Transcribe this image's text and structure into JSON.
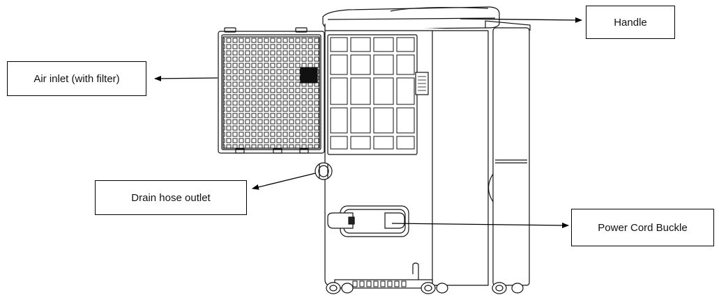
{
  "labels": {
    "air_inlet": "Air inlet (with filter)",
    "handle": "Handle",
    "drain_hose": "Drain hose outlet",
    "power_cord": "Power Cord Buckle"
  }
}
